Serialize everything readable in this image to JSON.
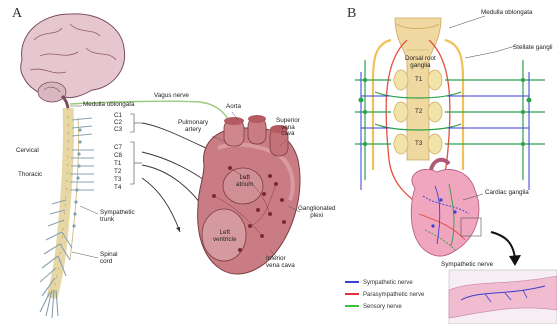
{
  "panel_a": {
    "letter": "A",
    "labels": {
      "vagus": "Vagus nerve",
      "medulla": "Medulla oblongata",
      "cervical": "Cervical",
      "thoracic": "Thoracic",
      "c1": "C1",
      "c2": "C2",
      "c3": "C3",
      "c7": "C7",
      "c8": "C8",
      "t1": "T1",
      "t2": "T2",
      "t3": "T3",
      "t4": "T4",
      "aorta": "Aorta",
      "pulmonary": "Pulmonary\nartery",
      "svc": "Superior\nvena\ncava",
      "left_atrium": "Left\natrium",
      "left_ventricle": "Left\nventricle",
      "plexi": "Ganglionated\nplexi",
      "ivc": "Inferior\nvena cava",
      "symp_trunk": "Sympathetic\ntrunk",
      "spinal_cord": "Spinal\ncord"
    }
  },
  "panel_b": {
    "letter": "B",
    "labels": {
      "medulla": "Medulla oblongata",
      "drg": "Dorsal root\nganglia",
      "stellate": "Stellate gangli",
      "t1": "T1",
      "t2": "T2",
      "t3": "T3",
      "cardiac": "Cardiac ganglia",
      "symp_nerve": "Sympathetic nerve"
    },
    "legend": [
      {
        "label": "Sympathetic nerve",
        "color": "#3a3fd0"
      },
      {
        "label": "Parasympathetic nerve",
        "color": "#e0303a"
      },
      {
        "label": "Sensory nerve",
        "color": "#3fbf3a"
      }
    ]
  }
}
